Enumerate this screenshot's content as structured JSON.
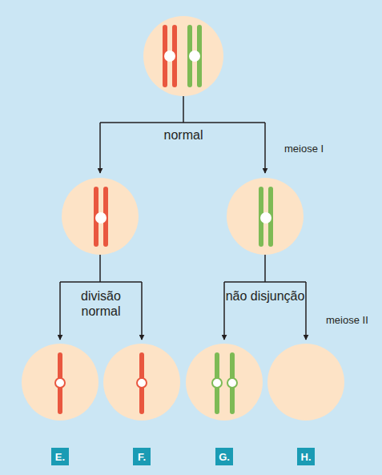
{
  "diagram": {
    "nodes": [
      {
        "text": [
          "E."
        ]
      },
      {
        "text": [
          "F."
        ]
      },
      {
        "text": [
          "G."
        ]
      },
      {
        "text": [
          "H."
        ]
      }
    ],
    "labels": [
      "normal",
      "meiose I",
      "divisão normal",
      "não disjunção",
      "meiose II"
    ]
  }
}
